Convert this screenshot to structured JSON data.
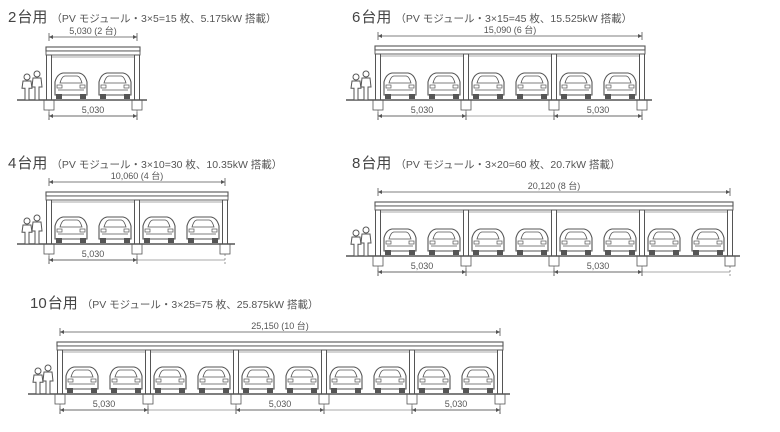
{
  "panels": [
    {
      "count": "2",
      "unit": "台用",
      "spec": "（PV モジュール・3×5=15 枚、5.175kW 搭載）",
      "top_dim": "5,030 (2 台)",
      "bay_label": "5,030",
      "bays": 1,
      "cars": 2
    },
    {
      "count": "6",
      "unit": "台用",
      "spec": "（PV モジュール・3×15=45 枚、15.525kW 搭載）",
      "top_dim": "15,090 (6 台)",
      "bay_label": "5,030",
      "bays": 3,
      "cars": 6
    },
    {
      "count": "4",
      "unit": "台用",
      "spec": "（PV モジュール・3×10=30 枚、10.35kW 搭載）",
      "top_dim": "10,060 (4 台)",
      "bay_label": "5,030",
      "bays": 2,
      "cars": 4
    },
    {
      "count": "8",
      "unit": "台用",
      "spec": "（PV モジュール・3×20=60 枚、20.7kW 搭載）",
      "top_dim": "20,120 (8 台)",
      "bay_label": "5,030",
      "bays": 4,
      "cars": 8
    },
    {
      "count": "10",
      "unit": "台用",
      "spec": "（PV モジュール・3×25=75 枚、25.875kW 搭載）",
      "top_dim": "25,150 (10 台)",
      "bay_label": "5,030",
      "bays": 5,
      "cars": 10
    }
  ]
}
